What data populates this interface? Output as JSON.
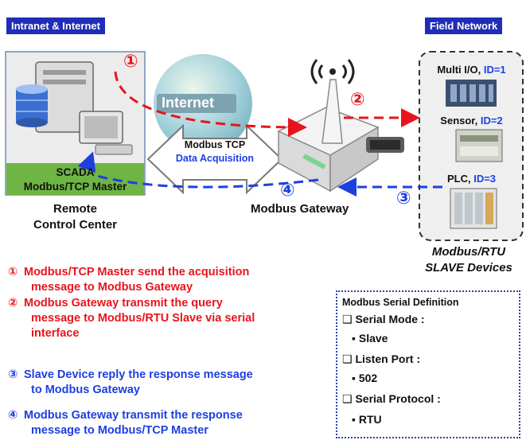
{
  "headers": {
    "left": "Intranet & Internet",
    "right": "Field Network"
  },
  "scada": {
    "line1": "SCADA",
    "line2": "Modbus/TCP Master"
  },
  "remote": {
    "line1": "Remote",
    "line2": "Control Center"
  },
  "internet_label": "Internet",
  "tcp": {
    "line1": "Modbus TCP",
    "line2": "Data Acquisition"
  },
  "gateway_label": "Modbus Gateway",
  "markers": {
    "m1": "①",
    "m2": "②",
    "m3": "③",
    "m4": "④"
  },
  "devices": [
    {
      "name": "Multi I/O, ",
      "id": "ID=1"
    },
    {
      "name": "Sensor, ",
      "id": "ID=2"
    },
    {
      "name": "PLC, ",
      "id": "ID=3"
    }
  ],
  "slave": {
    "line1": "Modbus/RTU",
    "line2": "SLAVE Devices"
  },
  "steps": [
    {
      "num": "①",
      "lines": [
        "Modbus/TCP Master send the acquisition",
        "message to Modbus Gateway"
      ]
    },
    {
      "num": "②",
      "lines": [
        "Modbus Gateway transmit the query",
        "message to Modbus/RTU Slave via serial",
        "interface"
      ]
    },
    {
      "num": "③",
      "lines": [
        "Slave Device reply the response message",
        "to Modbus Gateway"
      ]
    },
    {
      "num": "④",
      "lines": [
        "Modbus Gateway transmit the response",
        "message to Modbus/TCP Master"
      ]
    }
  ],
  "definition": {
    "title": "Modbus Serial Definition",
    "items": [
      {
        "label": "Serial Mode :",
        "value": "Slave"
      },
      {
        "label": "Listen Port :",
        "value": "502"
      },
      {
        "label": "Serial Protocol :",
        "value": "RTU"
      }
    ],
    "box_bullet": "❑",
    "value_bullet": "▪"
  },
  "colors": {
    "header_bg": "#1f2db8",
    "red": "#e8141c",
    "blue": "#1d3fe0",
    "scada_bg": "#6fb545",
    "panel_bg": "#ececec"
  }
}
